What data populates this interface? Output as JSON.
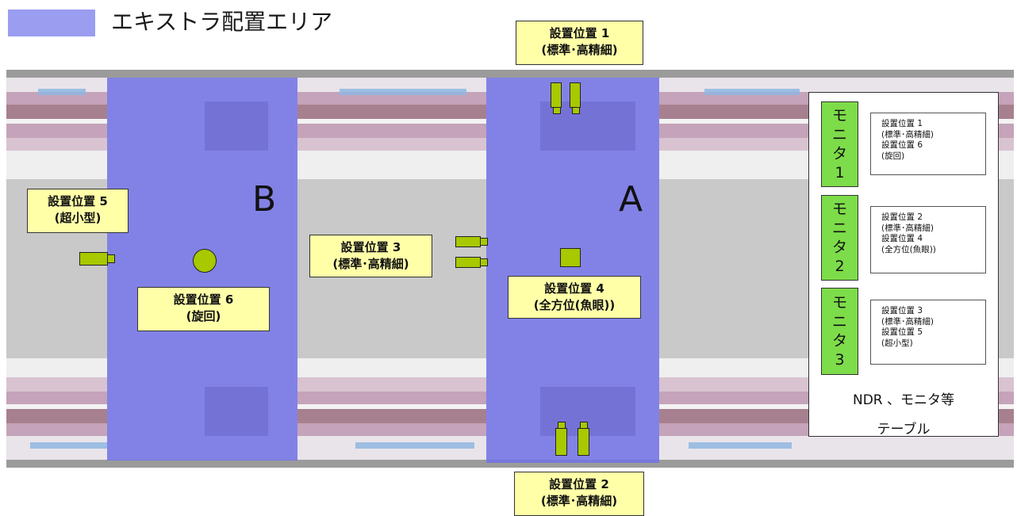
{
  "legend": {
    "label": "エキストラ配置エリア",
    "color": "#9a9df0"
  },
  "zones": [
    {
      "letter": "B"
    },
    {
      "letter": "A"
    }
  ],
  "labels": {
    "pos1": {
      "line1": "設置位置 1",
      "line2": "(標準･高精細)"
    },
    "pos2": {
      "line1": "設置位置 2",
      "line2": "(標準･高精細)"
    },
    "pos3": {
      "line1": "設置位置 3",
      "line2": "(標準･高精細)"
    },
    "pos4": {
      "line1": "設置位置 4",
      "line2": "(全方位(魚眼))"
    },
    "pos5": {
      "line1": "設置位置 5",
      "line2": "(超小型)"
    },
    "pos6": {
      "line1": "設置位置 6",
      "line2": "(旋回)"
    }
  },
  "monitors": [
    {
      "c1": "モ",
      "c2": "ニ",
      "c3": "タ",
      "c4": "1",
      "list": [
        "設置位置 1",
        "(標準･高精細)",
        "設置位置 6",
        "(旋回)"
      ]
    },
    {
      "c1": "モ",
      "c2": "ニ",
      "c3": "タ",
      "c4": "2",
      "list": [
        "設置位置 2",
        "(標準･高精細)",
        "設置位置 4",
        "(全方位(魚眼))"
      ]
    },
    {
      "c1": "モ",
      "c2": "ニ",
      "c3": "タ",
      "c4": "3",
      "list": [
        "設置位置 3",
        "(標準･高精細)",
        "設置位置 5",
        "(超小型)"
      ]
    }
  ],
  "table": {
    "caption1": "NDR 、モニタ等",
    "caption2": "テーブル"
  },
  "colors": {
    "zone": "#6e6eee",
    "camera": "#a8c800",
    "label_bg": "#ffffa8",
    "monitor": "#7ddc4a"
  }
}
